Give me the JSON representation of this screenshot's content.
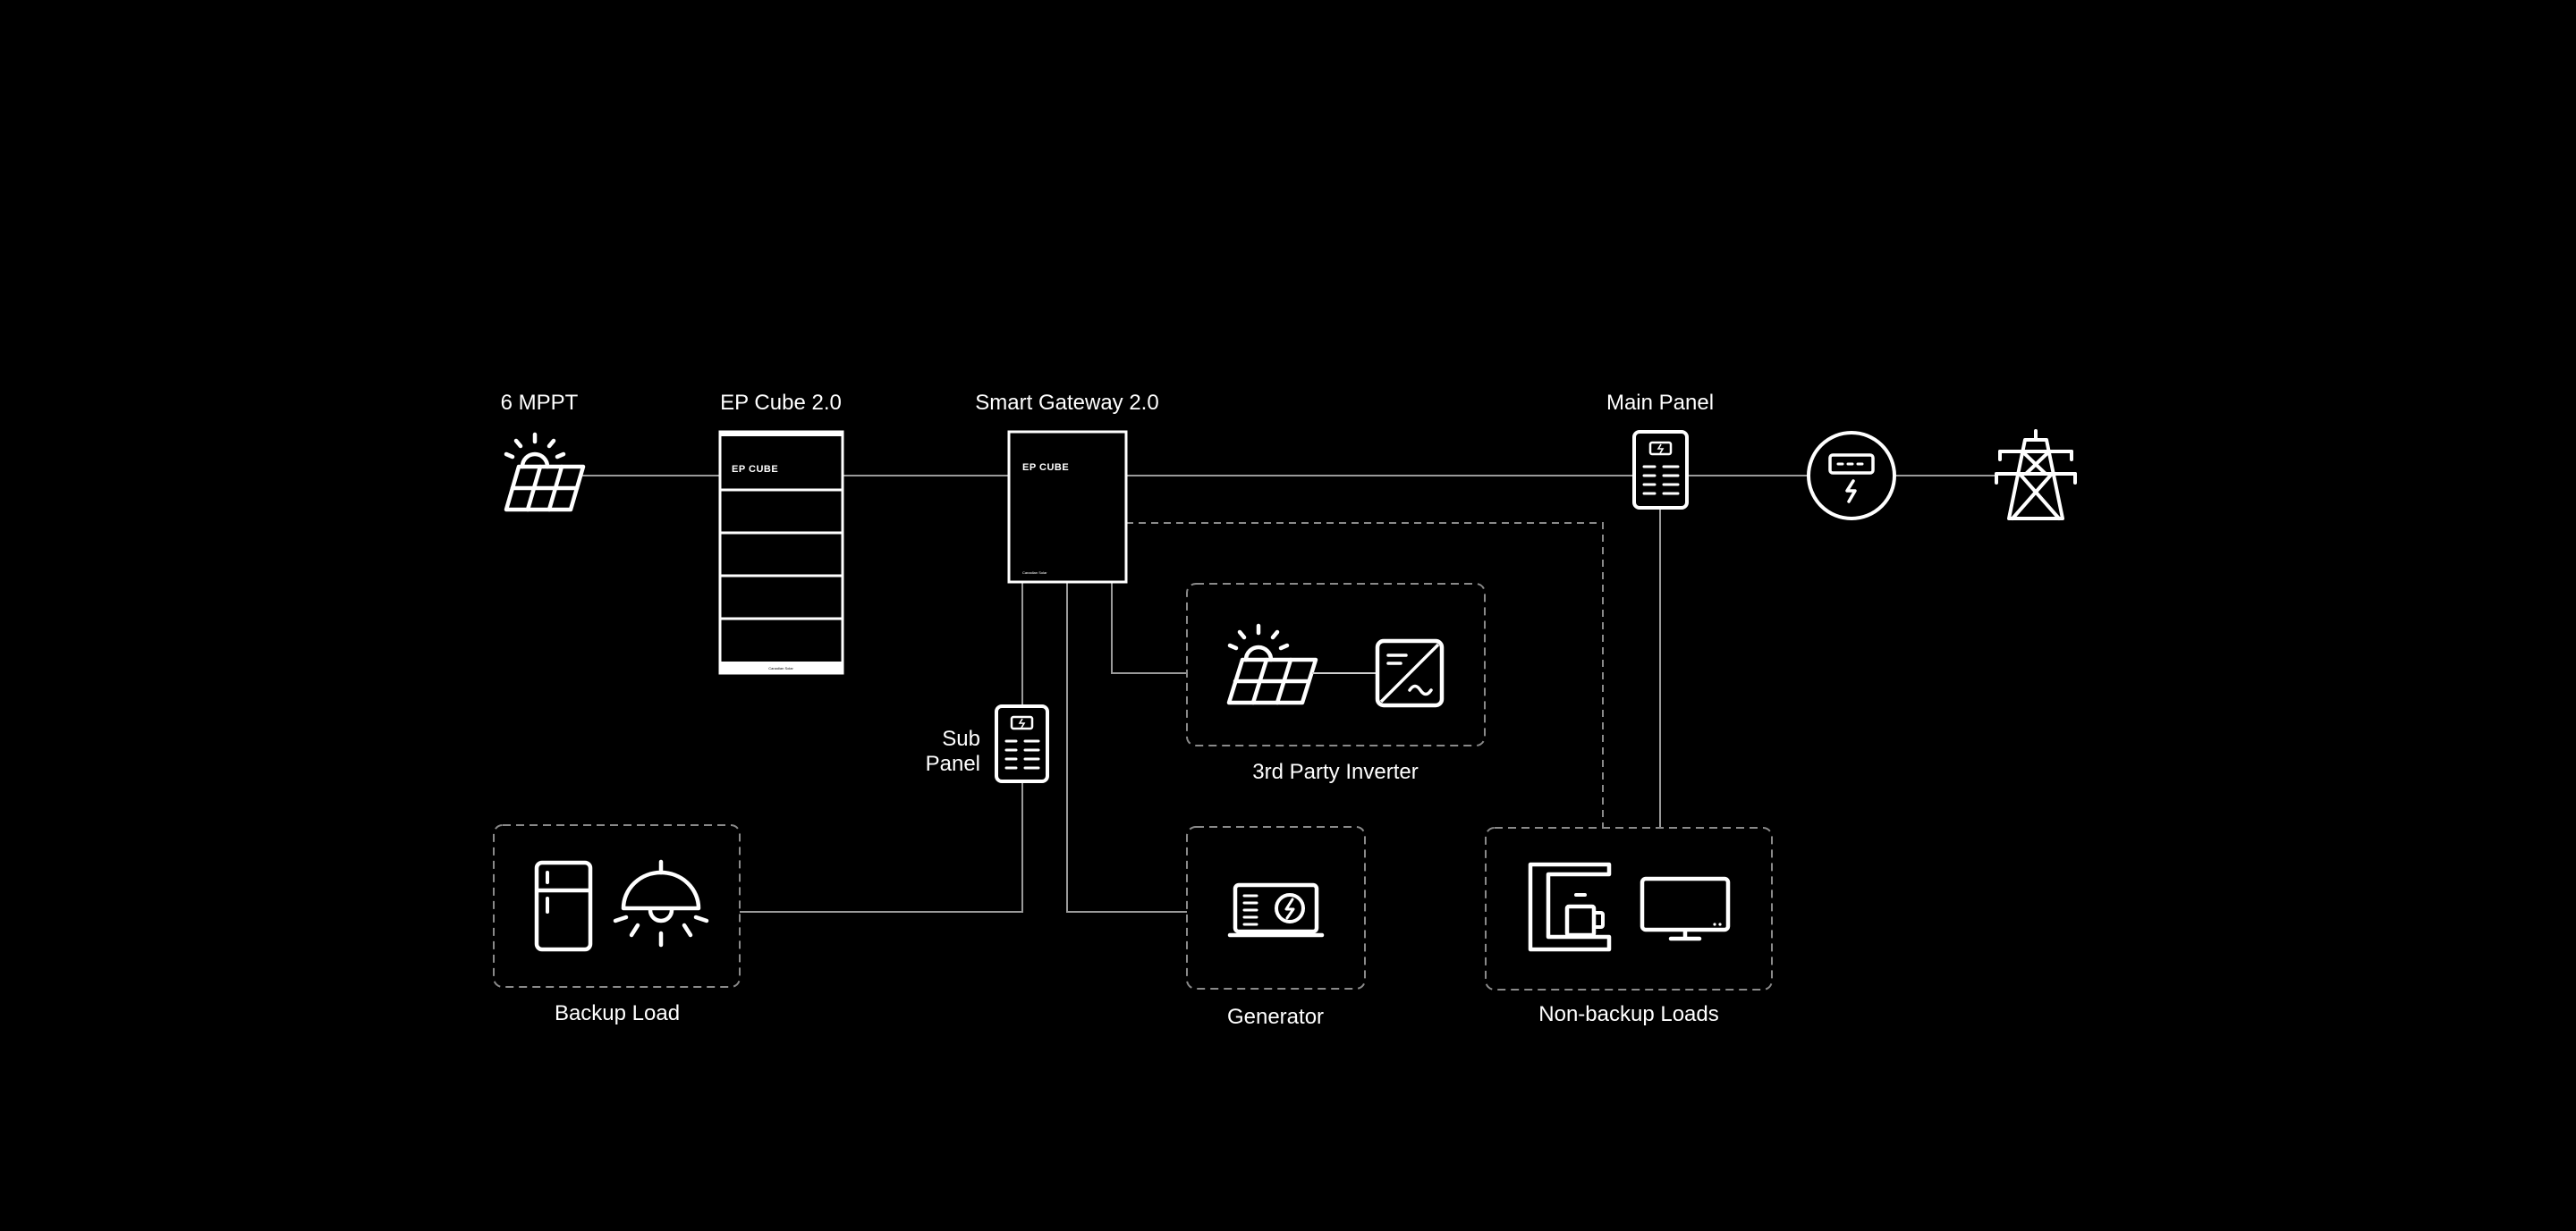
{
  "nodes": {
    "mppt": {
      "label": "6 MPPT",
      "icon": "solar-panel-icon"
    },
    "ep_cube": {
      "label": "EP Cube 2.0",
      "brand": "EP CUBE",
      "maker": "Canadian Solar"
    },
    "gateway": {
      "label": "Smart Gateway 2.0",
      "brand": "EP CUBE",
      "maker": "Canadian Solar"
    },
    "main_panel": {
      "label": "Main Panel",
      "icon": "electrical-panel-icon"
    },
    "meter": {
      "icon": "electric-meter-icon"
    },
    "grid": {
      "icon": "transmission-tower-icon"
    },
    "sub_panel": {
      "label_line1": "Sub",
      "label_line2": "Panel",
      "icon": "electrical-panel-icon"
    },
    "third_party_inverter": {
      "label": "3rd Party Inverter",
      "icons": [
        "solar-panel-icon",
        "inverter-icon"
      ]
    },
    "backup_load": {
      "label": "Backup Load",
      "icons": [
        "refrigerator-icon",
        "ceiling-lamp-icon"
      ]
    },
    "generator": {
      "label": "Generator",
      "icon": "generator-icon"
    },
    "non_backup_loads": {
      "label": "Non-backup Loads",
      "icons": [
        "coffee-machine-icon",
        "television-icon"
      ]
    }
  },
  "colors": {
    "background": "#000000",
    "foreground": "#ffffff",
    "wire": "#9a9a9a",
    "dashed": "#8a8a8a"
  }
}
